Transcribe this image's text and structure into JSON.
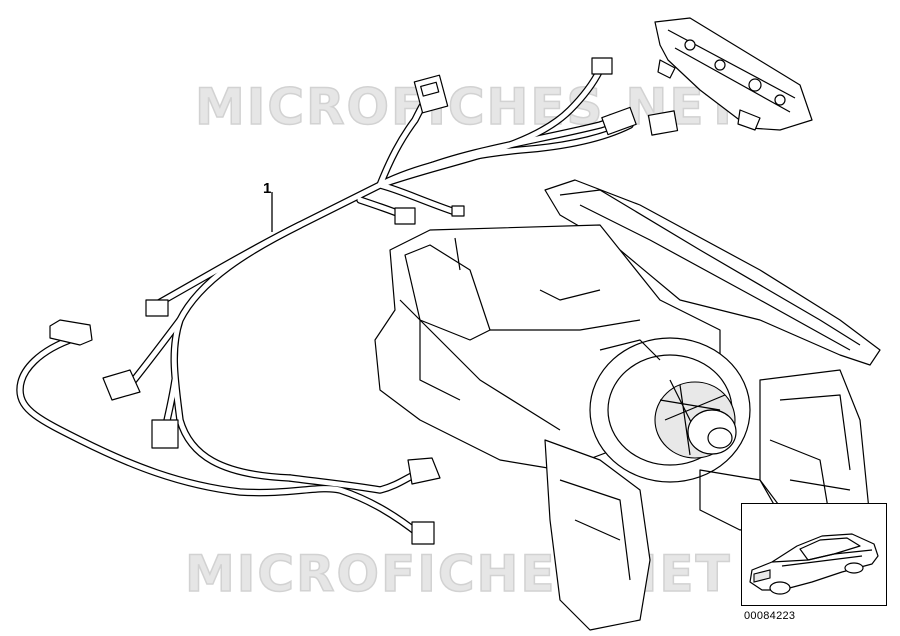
{
  "watermark": {
    "top_text": "MICROFICHES.NET",
    "bottom_text": "MICROFICHES.NET"
  },
  "callouts": [
    {
      "label": "1"
    }
  ],
  "inset": {
    "caption": "00084223"
  },
  "colors": {
    "line": "#000000",
    "watermark": "#e0e0e0",
    "background": "#ffffff"
  }
}
